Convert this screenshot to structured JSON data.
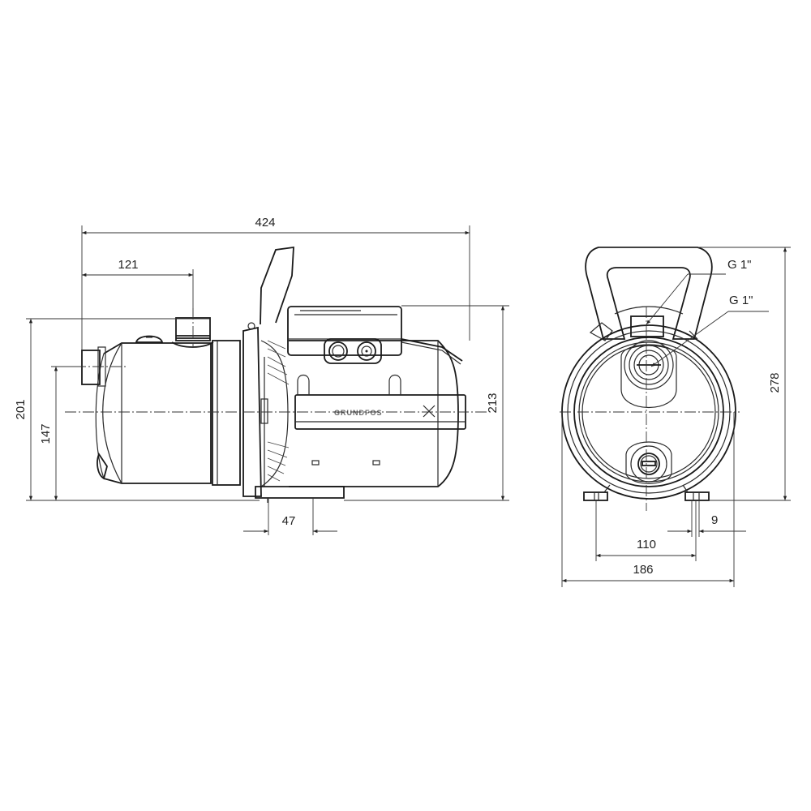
{
  "drawing": {
    "type": "technical dimension drawing",
    "brand_logo": "GRUNDFOS",
    "side_view": {
      "dimensions": {
        "overall_length": "424",
        "inlet_offset": "121",
        "overall_height": "201",
        "inlet_height": "147",
        "motor_height": "213",
        "foot_width": "47"
      }
    },
    "front_view": {
      "callouts": {
        "outlet_thread": "G 1\"",
        "inlet_thread": "G 1\""
      },
      "dimensions": {
        "total_height": "278",
        "foot_hole_spacing": "110",
        "overall_width": "186",
        "foot_hole_diameter": "9"
      }
    },
    "colors": {
      "line": "#2a2a2a",
      "background": "#ffffff"
    }
  }
}
